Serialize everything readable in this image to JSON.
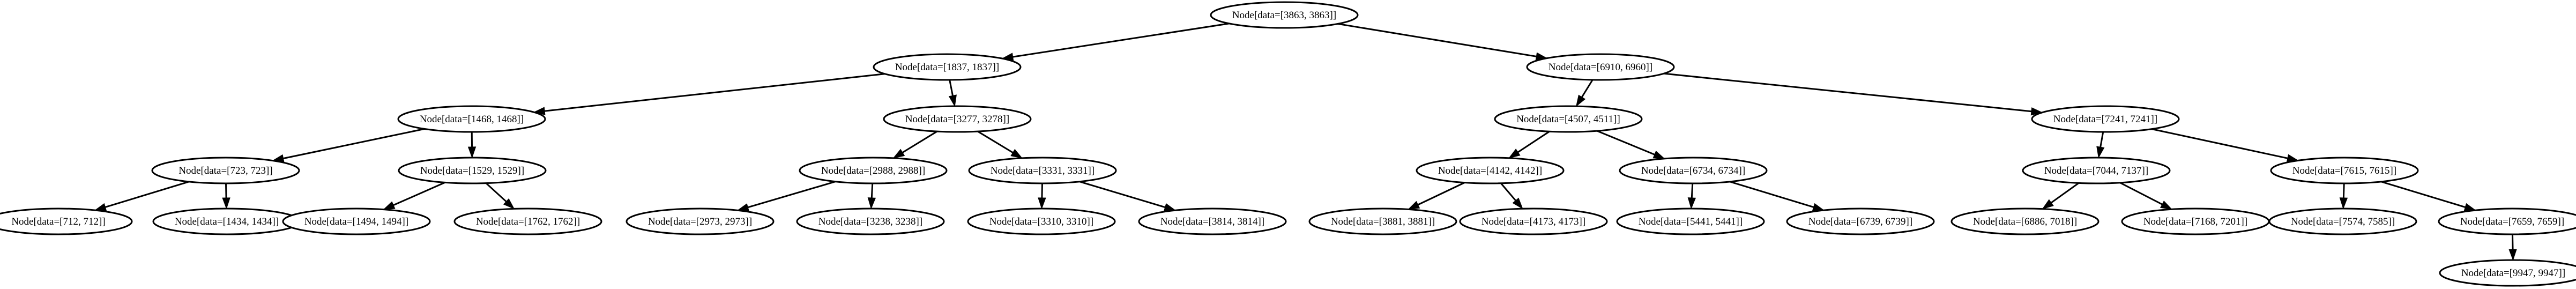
{
  "tree": {
    "type": "binary-tree",
    "nodes": [
      {
        "id": "n3863",
        "label": "Node[data=[3863, 3863]]"
      },
      {
        "id": "n1837",
        "label": "Node[data=[1837, 1837]]"
      },
      {
        "id": "n6910",
        "label": "Node[data=[6910, 6960]]"
      },
      {
        "id": "n1468",
        "label": "Node[data=[1468, 1468]]"
      },
      {
        "id": "n3277",
        "label": "Node[data=[3277, 3278]]"
      },
      {
        "id": "n4507",
        "label": "Node[data=[4507, 4511]]"
      },
      {
        "id": "n7241",
        "label": "Node[data=[7241, 7241]]"
      },
      {
        "id": "n723",
        "label": "Node[data=[723, 723]]"
      },
      {
        "id": "n1529",
        "label": "Node[data=[1529, 1529]]"
      },
      {
        "id": "n2988",
        "label": "Node[data=[2988, 2988]]"
      },
      {
        "id": "n3331",
        "label": "Node[data=[3331, 3331]]"
      },
      {
        "id": "n4142",
        "label": "Node[data=[4142, 4142]]"
      },
      {
        "id": "n6734",
        "label": "Node[data=[6734, 6734]]"
      },
      {
        "id": "n7044",
        "label": "Node[data=[7044, 7137]]"
      },
      {
        "id": "n7615",
        "label": "Node[data=[7615, 7615]]"
      },
      {
        "id": "n712",
        "label": "Node[data=[712, 712]]"
      },
      {
        "id": "n1434",
        "label": "Node[data=[1434, 1434]]"
      },
      {
        "id": "n1494",
        "label": "Node[data=[1494, 1494]]"
      },
      {
        "id": "n1762",
        "label": "Node[data=[1762, 1762]]"
      },
      {
        "id": "n2973",
        "label": "Node[data=[2973, 2973]]"
      },
      {
        "id": "n3238",
        "label": "Node[data=[3238, 3238]]"
      },
      {
        "id": "n3310",
        "label": "Node[data=[3310, 3310]]"
      },
      {
        "id": "n3814",
        "label": "Node[data=[3814, 3814]]"
      },
      {
        "id": "n3881",
        "label": "Node[data=[3881, 3881]]"
      },
      {
        "id": "n4173",
        "label": "Node[data=[4173, 4173]]"
      },
      {
        "id": "n5441",
        "label": "Node[data=[5441, 5441]]"
      },
      {
        "id": "n6739",
        "label": "Node[data=[6739, 6739]]"
      },
      {
        "id": "n6886",
        "label": "Node[data=[6886, 7018]]"
      },
      {
        "id": "n7168",
        "label": "Node[data=[7168, 7201]]"
      },
      {
        "id": "n7574",
        "label": "Node[data=[7574, 7585]]"
      },
      {
        "id": "n7659",
        "label": "Node[data=[7659, 7659]]"
      },
      {
        "id": "n9947",
        "label": "Node[data=[9947, 9947]]"
      }
    ],
    "edges": [
      [
        "n3863",
        "n1837"
      ],
      [
        "n3863",
        "n6910"
      ],
      [
        "n1837",
        "n1468"
      ],
      [
        "n1837",
        "n3277"
      ],
      [
        "n6910",
        "n4507"
      ],
      [
        "n6910",
        "n7241"
      ],
      [
        "n1468",
        "n723"
      ],
      [
        "n1468",
        "n1529"
      ],
      [
        "n3277",
        "n2988"
      ],
      [
        "n3277",
        "n3331"
      ],
      [
        "n4507",
        "n4142"
      ],
      [
        "n4507",
        "n6734"
      ],
      [
        "n7241",
        "n7044"
      ],
      [
        "n7241",
        "n7615"
      ],
      [
        "n723",
        "n712"
      ],
      [
        "n723",
        "n1434"
      ],
      [
        "n1529",
        "n1494"
      ],
      [
        "n1529",
        "n1762"
      ],
      [
        "n2988",
        "n2973"
      ],
      [
        "n2988",
        "n3238"
      ],
      [
        "n3331",
        "n3310"
      ],
      [
        "n3331",
        "n3814"
      ],
      [
        "n4142",
        "n3881"
      ],
      [
        "n4142",
        "n4173"
      ],
      [
        "n6734",
        "n5441"
      ],
      [
        "n6734",
        "n6739"
      ],
      [
        "n7044",
        "n6886"
      ],
      [
        "n7044",
        "n7168"
      ],
      [
        "n7615",
        "n7574"
      ],
      [
        "n7615",
        "n7659"
      ],
      [
        "n7659",
        "n9947"
      ]
    ]
  }
}
